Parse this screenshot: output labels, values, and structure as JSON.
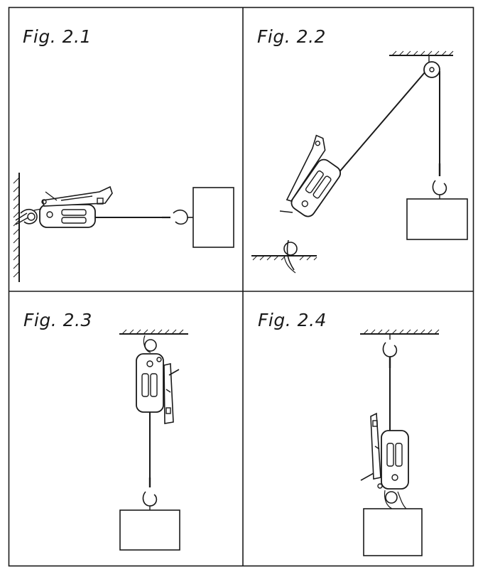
{
  "figures": [
    {
      "id": "fig-2-1",
      "label": "Fig. 2.1"
    },
    {
      "id": "fig-2-2",
      "label": "Fig. 2.2"
    },
    {
      "id": "fig-2-3",
      "label": "Fig. 2.3"
    },
    {
      "id": "fig-2-4",
      "label": "Fig. 2.4"
    }
  ],
  "colors": {
    "line": "#1a1a1a",
    "background": "#ffffff"
  }
}
